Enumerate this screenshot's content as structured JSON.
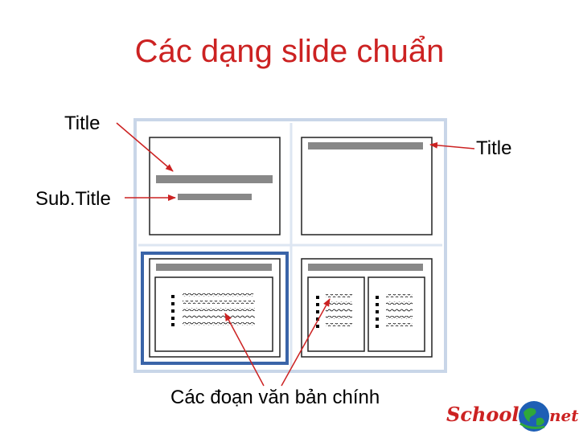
{
  "heading": "Các dạng slide chuẩn",
  "labels": {
    "title_left": "Title",
    "title_right": "Title",
    "subtitle": "Sub.Title",
    "body_text": "Các đoạn văn bản chính"
  },
  "logo": {
    "school": "School",
    "net": "net"
  },
  "colors": {
    "heading": "#cc2222",
    "arrow": "#cc2222",
    "selection": "#3a64a8",
    "placeholder_bar": "#888888"
  }
}
